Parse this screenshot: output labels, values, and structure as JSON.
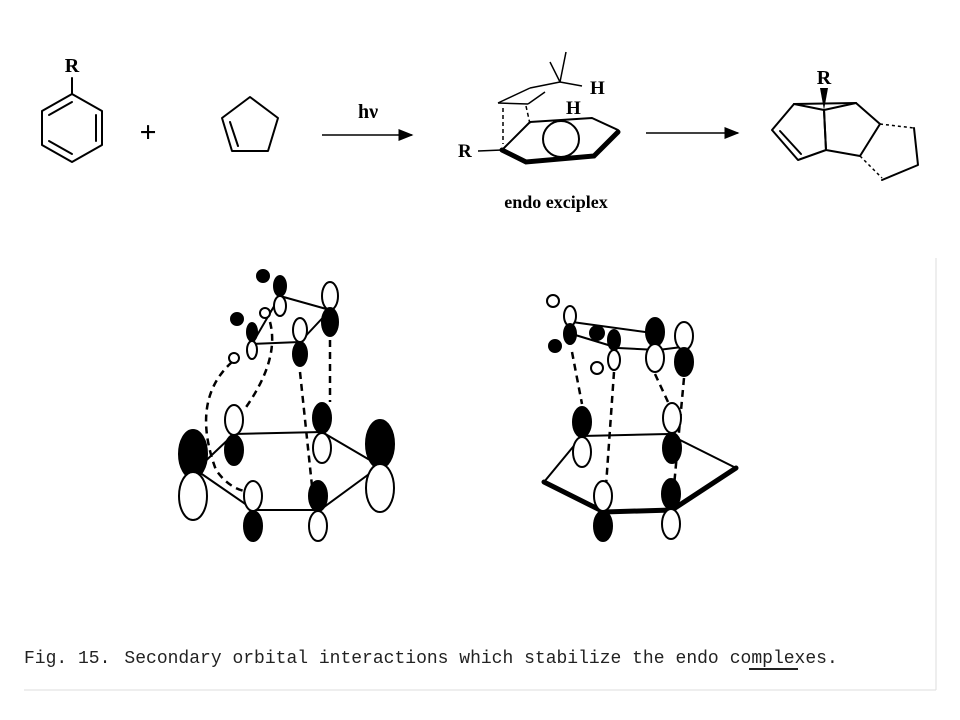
{
  "reaction": {
    "benzene_substituent": "R",
    "plus": "+",
    "arrow_label": "hν",
    "exciplex_h1": "H",
    "exciplex_h2": "H",
    "exciplex_r": "R",
    "exciplex_caption": "endo exciplex",
    "product_substituent": "R"
  },
  "figure": {
    "caption_prefix": "Fig. 15.",
    "caption_main": "Secondary orbital interactions which stabilize the",
    "caption_underlined": "endo",
    "caption_suffix": "complexes."
  }
}
